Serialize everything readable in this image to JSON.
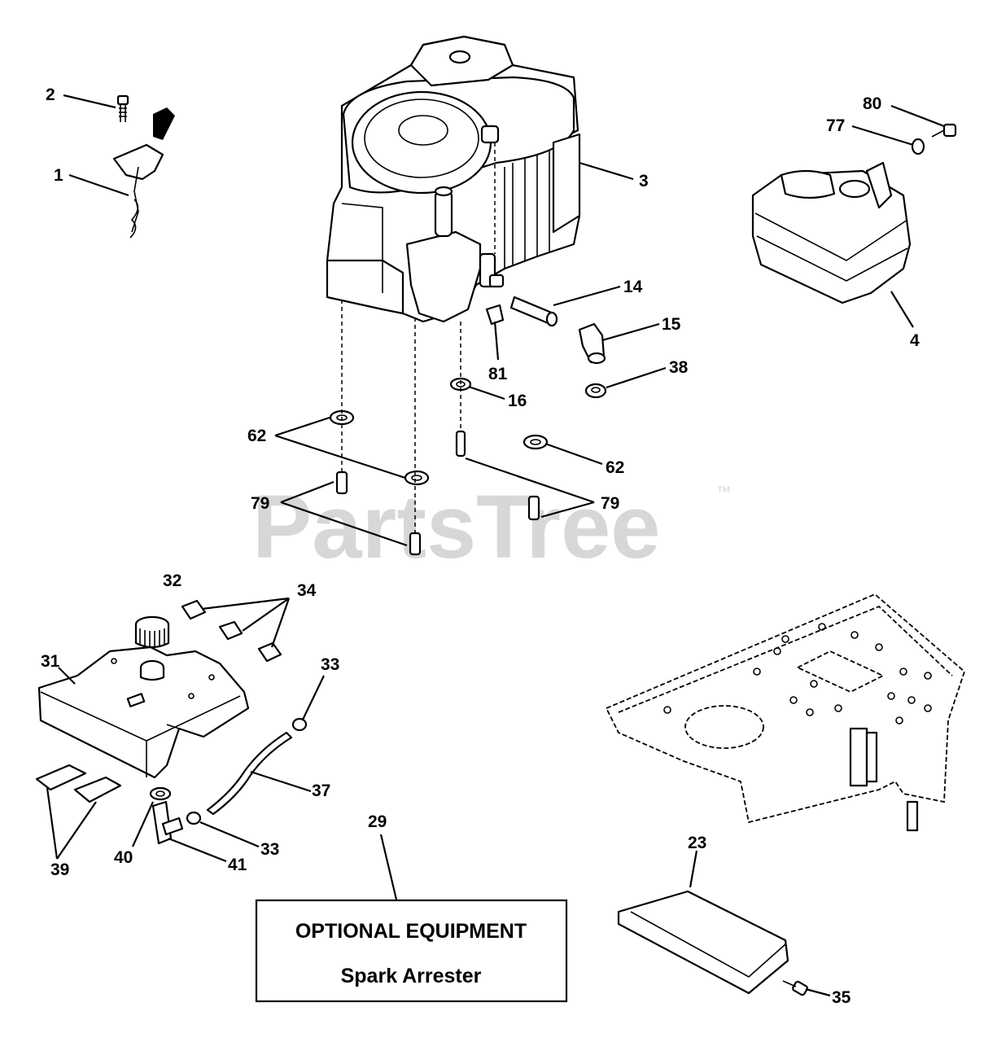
{
  "watermark": {
    "text": "PartsTree",
    "trademark": "™"
  },
  "optional_box": {
    "title": "OPTIONAL EQUIPMENT",
    "subtitle": "Spark Arrester"
  },
  "callouts": {
    "c2": "2",
    "c1": "1",
    "c3": "3",
    "c80": "80",
    "c77": "77",
    "c4": "4",
    "c14": "14",
    "c15": "15",
    "c81": "81",
    "c38": "38",
    "c16": "16",
    "c62a": "62",
    "c62b": "62",
    "c79a": "79",
    "c79b": "79",
    "c32": "32",
    "c34": "34",
    "c31": "31",
    "c33a": "33",
    "c33b": "33",
    "c37": "37",
    "c39": "39",
    "c40": "40",
    "c41": "41",
    "c29": "29",
    "c23": "23",
    "c35": "35"
  }
}
